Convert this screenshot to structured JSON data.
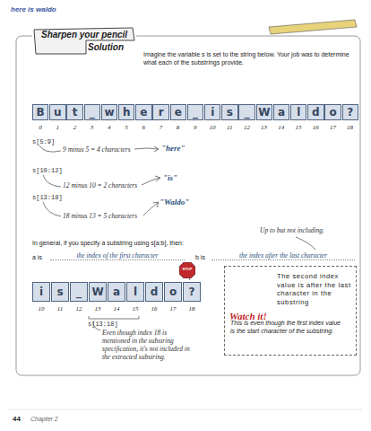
{
  "diagram": {
    "nodes": [
      {
        "text": [
          "Sharpen your pencil",
          "Solution"
        ]
      },
      {
        "text": [
          "B"
        ]
      },
      {
        "text": [
          "u"
        ]
      },
      {
        "text": [
          "t"
        ]
      },
      {
        "text": [
          "_"
        ]
      },
      {
        "text": [
          "w"
        ]
      },
      {
        "text": [
          "h"
        ]
      },
      {
        "text": [
          "e"
        ]
      },
      {
        "text": [
          "r"
        ]
      },
      {
        "text": [
          "e"
        ]
      },
      {
        "text": [
          "_"
        ]
      },
      {
        "text": [
          "i"
        ]
      },
      {
        "text": [
          "s"
        ]
      },
      {
        "text": [
          "_"
        ]
      },
      {
        "text": [
          "W"
        ]
      },
      {
        "text": [
          "a"
        ]
      },
      {
        "text": [
          "l"
        ]
      },
      {
        "text": [
          "d"
        ]
      },
      {
        "text": [
          "o"
        ]
      },
      {
        "text": [
          "?"
        ]
      },
      {
        "text": [
          "i"
        ]
      },
      {
        "text": [
          "s"
        ]
      },
      {
        "text": [
          "_"
        ]
      },
      {
        "text": [
          "W"
        ]
      },
      {
        "text": [
          "a"
        ]
      },
      {
        "text": [
          "l"
        ]
      },
      {
        "text": [
          "d"
        ]
      },
      {
        "text": [
          "o"
        ]
      },
      {
        "text": [
          "?"
        ]
      },
      {
        "text": [
          "STOP"
        ]
      },
      {
        "text": [
          "The second index value is after the last character in the substring",
          "This is even though the first index value is the start character of the substring."
        ]
      }
    ],
    "labels": [
      "here is waldo",
      "Imagine the variable s is set to the string below. Your job was to determine what each of the substrings provide.",
      "0",
      "1",
      "2",
      "3",
      "4",
      "5",
      "6",
      "7",
      "8",
      "9",
      "10",
      "11",
      "12",
      "13",
      "14",
      "15",
      "16",
      "17",
      "18",
      "s[5:9]",
      "9 minus 5 = 4 characters",
      "\"here\"",
      "s[10:12]",
      "12 minus 10 = 2 characters",
      "\"is\"",
      "s[13:18]",
      "18 minus 13 = 5 characters",
      "\"Waldo\"",
      "Up to but not including.",
      "In general, if you specify a substring using s[a:b], then:",
      "a is",
      "the index of the first character",
      "b is",
      "the index after the last character",
      "10",
      "11",
      "12",
      "13",
      "14",
      "15",
      "16",
      "17",
      "18",
      "s[13:18]",
      "Even though index 18 is mentioned in the substring specification, it's not included in the extracted substring.",
      "Watch it!",
      "44",
      "Chapter 2"
    ]
  }
}
